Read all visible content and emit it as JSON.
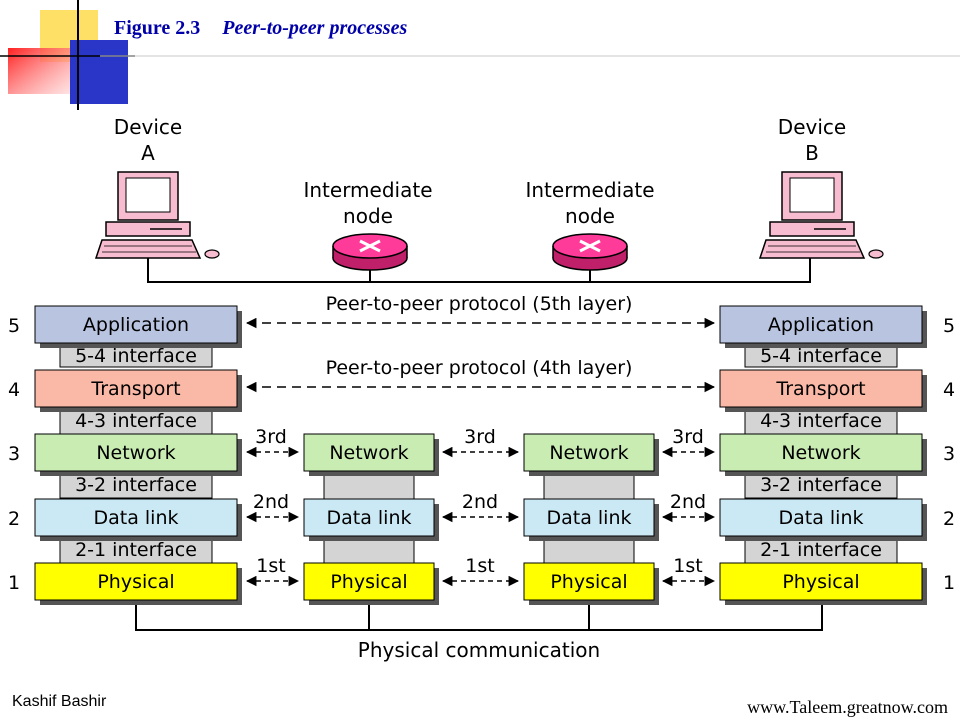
{
  "figure": {
    "number": "Figure 2.3",
    "caption": "Peer-to-peer processes"
  },
  "devices": [
    {
      "line1": "Device",
      "line2": "A"
    },
    {
      "line1": "Device",
      "line2": "B"
    }
  ],
  "intermediate_nodes": [
    {
      "line1": "Intermediate",
      "line2": "node"
    },
    {
      "line1": "Intermediate",
      "line2": "node"
    }
  ],
  "layers": [
    {
      "number": "5",
      "name": "Application",
      "color": "#b8c4e0"
    },
    {
      "number": "4",
      "name": "Transport",
      "color": "#f9b9a6"
    },
    {
      "number": "3",
      "name": "Network",
      "color": "#c9ecb3"
    },
    {
      "number": "2",
      "name": "Data link",
      "color": "#cbe9f5"
    },
    {
      "number": "1",
      "name": "Physical",
      "color": "#ffff00"
    }
  ],
  "interfaces": [
    "5-4 interface",
    "4-3 interface",
    "3-2 interface",
    "2-1 interface"
  ],
  "protocols": {
    "layer5": "Peer-to-peer protocol (5th layer)",
    "layer4": "Peer-to-peer protocol (4th layer)",
    "hop_labels": [
      "3rd",
      "2nd",
      "1st"
    ]
  },
  "physical_communication": "Physical communication",
  "footer": {
    "author": "Kashif Bashir",
    "website": "www.Taleem.greatnow.com"
  },
  "colors": {
    "interface_gray": "#d4d4d4",
    "router": "#ff3b9a",
    "title_blue": "#0000a8",
    "monitor_pink": "#f8bcd0"
  }
}
